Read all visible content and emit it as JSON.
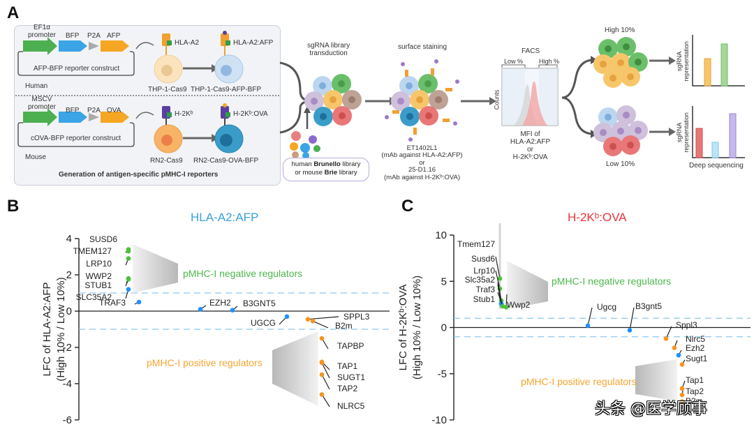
{
  "panel_a": {
    "letter": "A",
    "human_row": {
      "promoter": "EF1α\npromoter",
      "bfp": "BFP",
      "p2a": "P2A",
      "antigen": "AFP",
      "construct": "AFP-BFP reporter construct",
      "species": "Human",
      "mhc": "HLA-A2",
      "mhc_loaded": "HLA-A2:AFP",
      "cell1": "THP-1-Cas9",
      "cell2": "THP-1-Cas9-AFP-BFP"
    },
    "mouse_row": {
      "promoter": "MSCV\npromoter",
      "bfp": "BFP",
      "p2a": "P2A",
      "antigen": "OVA",
      "construct": "cOVA-BFP reporter construct",
      "species": "Mouse",
      "mhc": "H-2Kᵇ",
      "mhc_loaded": "H-2Kᵇ:OVA",
      "cell1": "RN2-Cas9",
      "cell2": "RN2-Cas9-OVA-BFP"
    },
    "box_caption": "Generation of antigen-specific pMHC-I reporters",
    "transduction_label": "sgRNA library\ntransduction",
    "library_line1_pre": "human ",
    "library_line1_bold": "Brunello",
    "library_line1_post": " library",
    "library_line2_pre": "or mouse ",
    "library_line2_bold": "Brie",
    "library_line2_post": " library",
    "staining_label": "surface staining",
    "antibody_text": "ET1402L1\n(mAb against HLA-A2:AFP)\nor\n25-D1.16\n(mAb against H-2Kᵇ:OVA)",
    "facs_label": "FACS",
    "facs_low": "Low %",
    "facs_high": "High %",
    "facs_yaxis": "Counts",
    "facs_caption": "MFI of\nHLA-A2:AFP\nor\nH-2Kᵇ:OVA",
    "high_label": "High 10%",
    "low_label": "Low 10%",
    "bar_ylabel": "sgRNA\nrepresentation",
    "deep_seq": "Deep sequencing",
    "colors": {
      "green": "#4caf50",
      "blue": "#3ba4e6",
      "gray": "#aaaaaa",
      "orange": "#f5a623"
    }
  },
  "watermark": "头条 @医学顾事",
  "chart_data": [
    {
      "panel": "B",
      "type": "scatter",
      "title": "HLA-A2:AFP",
      "title_color": "#3aa0dc",
      "xlabel": "",
      "ylabel": "LFC of HLA-A2:AFP\n(High 10% / Low 10%)",
      "ylim": [
        -6,
        4
      ],
      "yticks": [
        4,
        2,
        0,
        -2,
        -4,
        -6
      ],
      "threshold_lines": [
        1,
        -1
      ],
      "negative_label": "pMHC-I negative regulators",
      "positive_label": "pMHC-I positive regulators",
      "points": [
        {
          "gene": "SUSD6",
          "y": 3.4,
          "color": "green"
        },
        {
          "gene": "TMEM127",
          "y": 3.3,
          "color": "green"
        },
        {
          "gene": "LRP10",
          "y": 2.9,
          "color": "green"
        },
        {
          "gene": "WWP2",
          "y": 1.8,
          "color": "green"
        },
        {
          "gene": "STUB1",
          "y": 1.75,
          "color": "green"
        },
        {
          "gene": "SLC35A2",
          "y": 1.2,
          "color": "blue"
        },
        {
          "gene": "TRAF3",
          "y": 0.5,
          "color": "blue"
        },
        {
          "gene": "EZH2",
          "y": 0.1,
          "color": "blue"
        },
        {
          "gene": "B3GNT5",
          "y": 0.05,
          "color": "blue"
        },
        {
          "gene": "UGCG",
          "y": -0.3,
          "color": "blue"
        },
        {
          "gene": "SPPL3",
          "y": -0.45,
          "color": "orange"
        },
        {
          "gene": "B2m",
          "y": -0.55,
          "color": "orange"
        },
        {
          "gene": "TAPBP",
          "y": -1.5,
          "color": "orange"
        },
        {
          "gene": "TAP1",
          "y": -2.8,
          "color": "orange"
        },
        {
          "gene": "SUGT1",
          "y": -2.85,
          "color": "orange"
        },
        {
          "gene": "TAP2",
          "y": -3.5,
          "color": "orange"
        },
        {
          "gene": "NLRC5",
          "y": -4.6,
          "color": "orange"
        }
      ]
    },
    {
      "panel": "C",
      "type": "scatter",
      "title": "H-2Kᵇ:OVA",
      "title_color": "#e8333c",
      "xlabel": "",
      "ylabel": "LFC of H-2Kᵇ:OVA\n(High 10% / Low 10%)",
      "ylim": [
        -10,
        10
      ],
      "yticks": [
        10,
        5,
        0,
        -5,
        -10
      ],
      "threshold_lines": [
        1,
        -1
      ],
      "negative_label": "pMHC-I negative regulators",
      "positive_label": "pMHC-I positive regulators",
      "points": [
        {
          "gene": "Tmem127",
          "y": 5.3,
          "color": "green"
        },
        {
          "gene": "Susd6",
          "y": 4.2,
          "color": "green"
        },
        {
          "gene": "Lrp10",
          "y": 2.9,
          "color": "green"
        },
        {
          "gene": "Slc35a2",
          "y": 2.6,
          "color": "blue"
        },
        {
          "gene": "Traf3",
          "y": 2.4,
          "color": "blue"
        },
        {
          "gene": "Stub1",
          "y": 2.3,
          "color": "green"
        },
        {
          "gene": "Wwp2",
          "y": 2.2,
          "color": "green"
        },
        {
          "gene": "Ugcg",
          "y": 0.2,
          "color": "blue"
        },
        {
          "gene": "B3gnt5",
          "y": -0.3,
          "color": "blue"
        },
        {
          "gene": "Sppl3",
          "y": -1.2,
          "color": "orange"
        },
        {
          "gene": "Nlrc5",
          "y": -2.2,
          "color": "orange"
        },
        {
          "gene": "Ezh2",
          "y": -3.0,
          "color": "blue"
        },
        {
          "gene": "Sugt1",
          "y": -4.0,
          "color": "orange"
        },
        {
          "gene": "Tap1",
          "y": -6.6,
          "color": "orange"
        },
        {
          "gene": "Tap2",
          "y": -7.3,
          "color": "orange"
        },
        {
          "gene": "B2m",
          "y": -8.0,
          "color": "orange"
        }
      ]
    }
  ]
}
